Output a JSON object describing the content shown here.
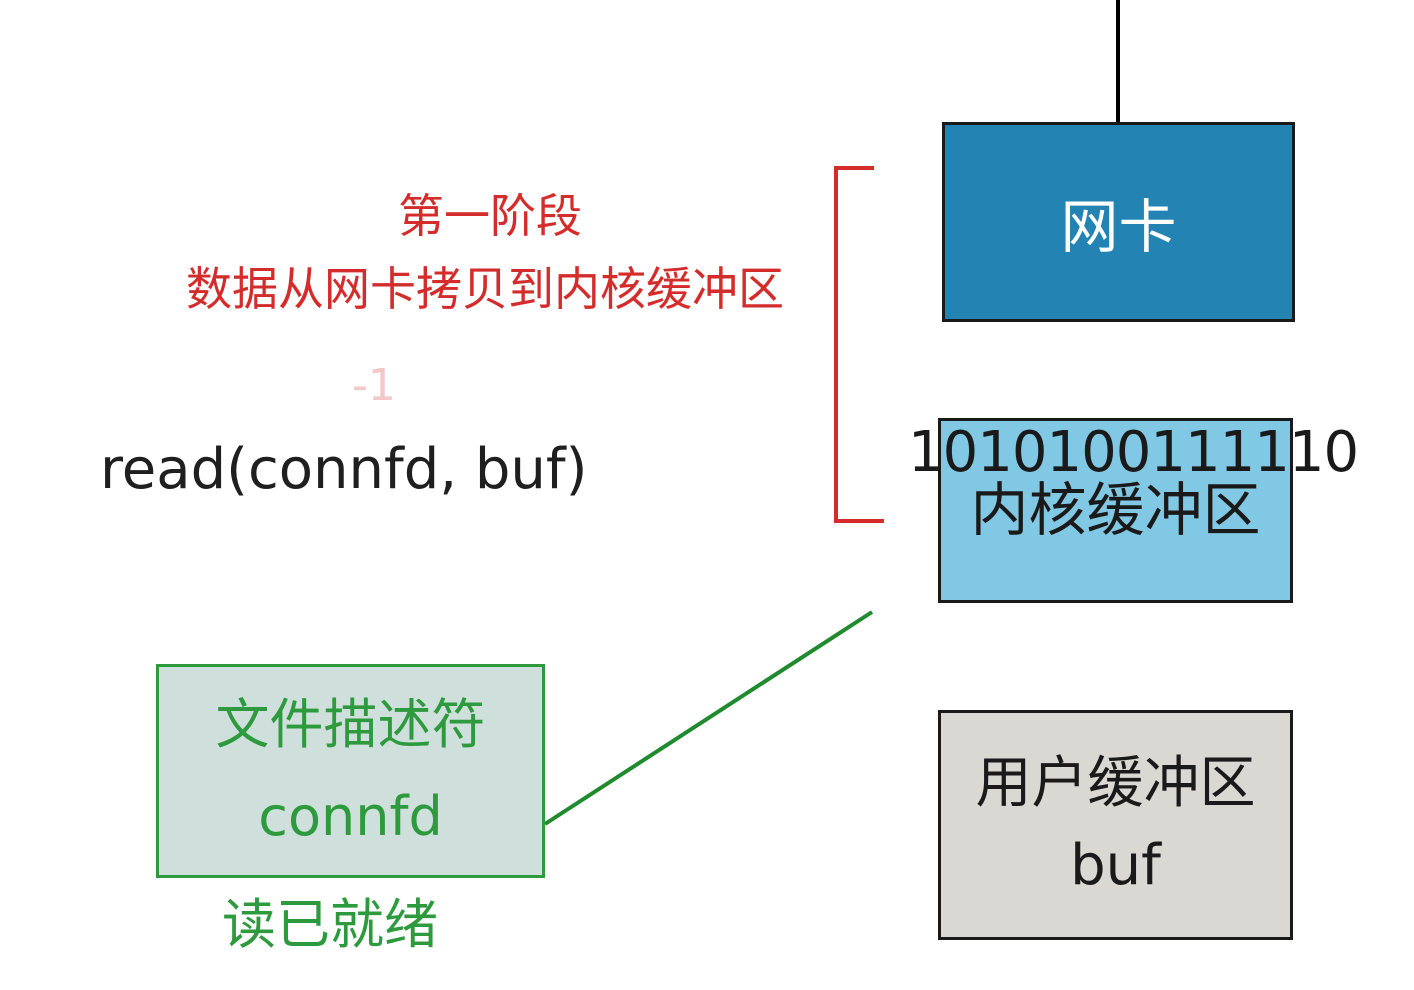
{
  "annotation": {
    "stage_title": "第一阶段",
    "stage_description": "数据从网卡拷贝到内核缓冲区",
    "return_value": "-1",
    "read_call": "read(connfd, buf)"
  },
  "nic": {
    "label": "网卡",
    "color": "#2383b3"
  },
  "kernel_buffer": {
    "label": "内核缓冲区",
    "bits": "1010100111110",
    "color": "#80c8e3"
  },
  "user_buffer": {
    "label": "用户缓冲区",
    "name": "buf",
    "color": "#d9d8d2"
  },
  "file_descriptor": {
    "label": "文件描述符",
    "name": "connfd",
    "status": "读已就绪",
    "color": "#2e9a3e"
  },
  "colors": {
    "bracket": "#d42b2b",
    "link": "#1f8a2e",
    "network_line": "#000000"
  }
}
